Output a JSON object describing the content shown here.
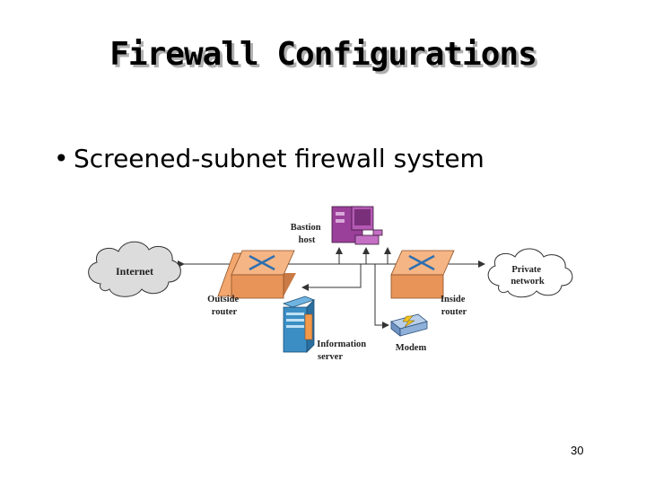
{
  "slide": {
    "title": "Firewall Configurations",
    "bullet": "Screened-subnet firewall system",
    "page_number": "30"
  },
  "diagram": {
    "labels": {
      "internet": "Internet",
      "bastion_host": [
        "Bastion",
        "host"
      ],
      "private_network": [
        "Private",
        "network"
      ],
      "outside_router": [
        "Outside",
        "router"
      ],
      "inside_router": [
        "Inside",
        "router"
      ],
      "information_server": [
        "Information",
        "server"
      ],
      "modem": "Modem"
    },
    "colors": {
      "router": "#f3a76e",
      "router_arrows": "#2f6fb0",
      "bastion_host": "#a54aa5",
      "information_server": "#3b8ec4",
      "modem": "#8fb0d8",
      "cloud": "#dcdcdc"
    }
  }
}
